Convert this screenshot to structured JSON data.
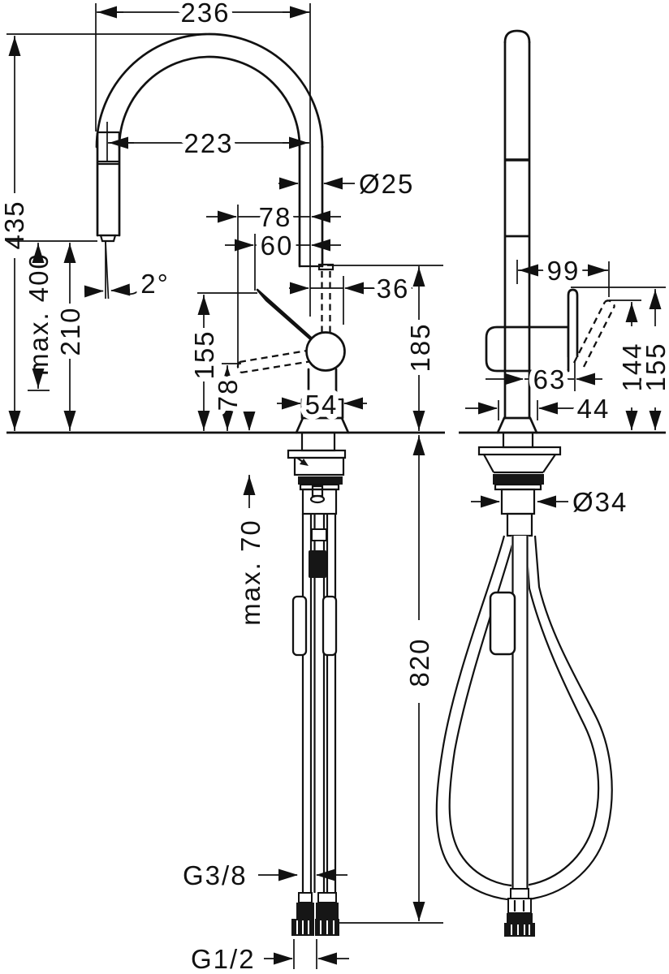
{
  "meta": {
    "background": "#ffffff",
    "line_color": "#111111",
    "drawing_type": "kitchen faucet dimension drawing, front and side view"
  },
  "front_view": {
    "dims": {
      "overall_width": "236",
      "spout_reach": "223",
      "spout_tube_diameter": "Ø25",
      "handle_tip_offset_open": "78",
      "handle_tip_offset": "60",
      "overall_height": "435",
      "max_pullout_length": "max. 400",
      "outlet_height": "210",
      "spray_angle": "2°",
      "handle_tip_height": "155",
      "handle_tip_height_open": "78",
      "hose_offset": "36",
      "hose_exit_height": "185",
      "body_width": "54",
      "max_mounting_thickness": "max. 70",
      "hose_length_below": "820",
      "supply_hose_thread": "G3/8",
      "connection_thread": "G1/2"
    }
  },
  "side_view": {
    "dims": {
      "handle_reach": "99",
      "handle_clearance": "63",
      "handle_pivot_height": "144",
      "handle_top_height": "155",
      "base_depth": "44",
      "shank_diameter": "Ø34"
    }
  }
}
